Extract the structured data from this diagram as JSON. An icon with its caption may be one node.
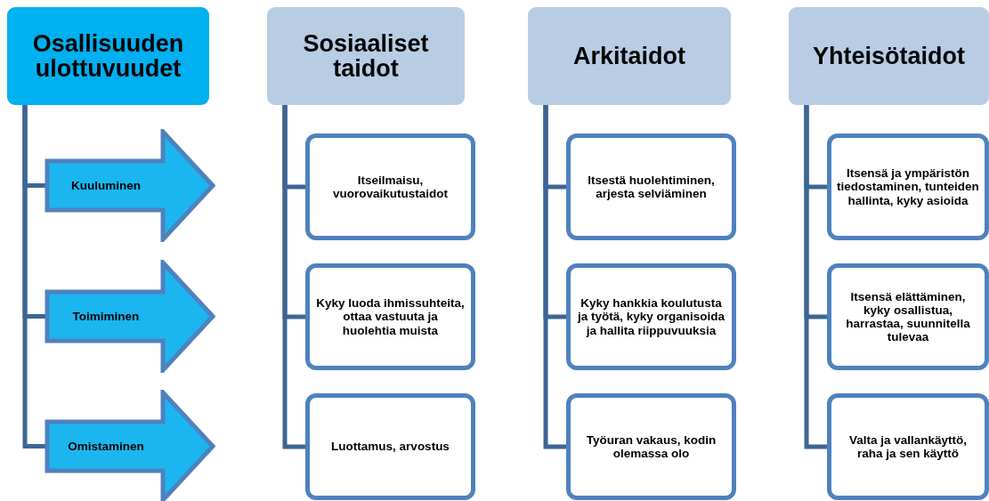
{
  "diagram": {
    "nodes": [
      {
        "text": [
          "Osallisuuden ulottuvuudet"
        ]
      },
      {
        "text": [
          "Kuuluminen"
        ]
      },
      {
        "text": [
          "Toimiminen"
        ]
      },
      {
        "text": [
          "Omistaminen"
        ]
      },
      {
        "text": [
          "Sosiaaliset taidot"
        ]
      },
      {
        "text": [
          "Itseilmaisu, vuorovaikutustaidot"
        ]
      },
      {
        "text": [
          "Kyky luoda ihmissuhteita, ottaa vastuuta ja huolehtia muista"
        ]
      },
      {
        "text": [
          "Luottamus, arvostus"
        ]
      },
      {
        "text": [
          "Arkitaidot"
        ]
      },
      {
        "text": [
          "Itsestä huolehtiminen, arjesta selviäminen"
        ]
      },
      {
        "text": [
          "Kyky hankkia koulutusta ja työtä, kyky organisoida ja hallita riippuvuuksia"
        ]
      },
      {
        "text": [
          "Työuran vakaus, kodin olemassa olo"
        ]
      },
      {
        "text": [
          "Yhteisötaidot"
        ]
      },
      {
        "text": [
          "Itsensä ja ympäristön tiedostaminen, tunteiden hallinta, kyky asioida"
        ]
      },
      {
        "text": [
          "Itsensä elättäminen, kyky osallistua, harrastaa, suunnitella tulevaa"
        ]
      },
      {
        "text": [
          "Valta ja vallankäyttö, raha ja sen käyttö"
        ]
      }
    ],
    "edges": [
      {
        "from": 0,
        "to": 1,
        "arrow": "none"
      },
      {
        "from": 0,
        "to": 2,
        "arrow": "none"
      },
      {
        "from": 0,
        "to": 3,
        "arrow": "none"
      },
      {
        "from": 4,
        "to": 5,
        "arrow": "none"
      },
      {
        "from": 4,
        "to": 6,
        "arrow": "none"
      },
      {
        "from": 4,
        "to": 7,
        "arrow": "none"
      },
      {
        "from": 8,
        "to": 9,
        "arrow": "none"
      },
      {
        "from": 8,
        "to": 10,
        "arrow": "none"
      },
      {
        "from": 8,
        "to": 11,
        "arrow": "none"
      },
      {
        "from": 12,
        "to": 13,
        "arrow": "none"
      },
      {
        "from": 12,
        "to": 14,
        "arrow": "none"
      },
      {
        "from": 12,
        "to": 15,
        "arrow": "none"
      }
    ]
  }
}
